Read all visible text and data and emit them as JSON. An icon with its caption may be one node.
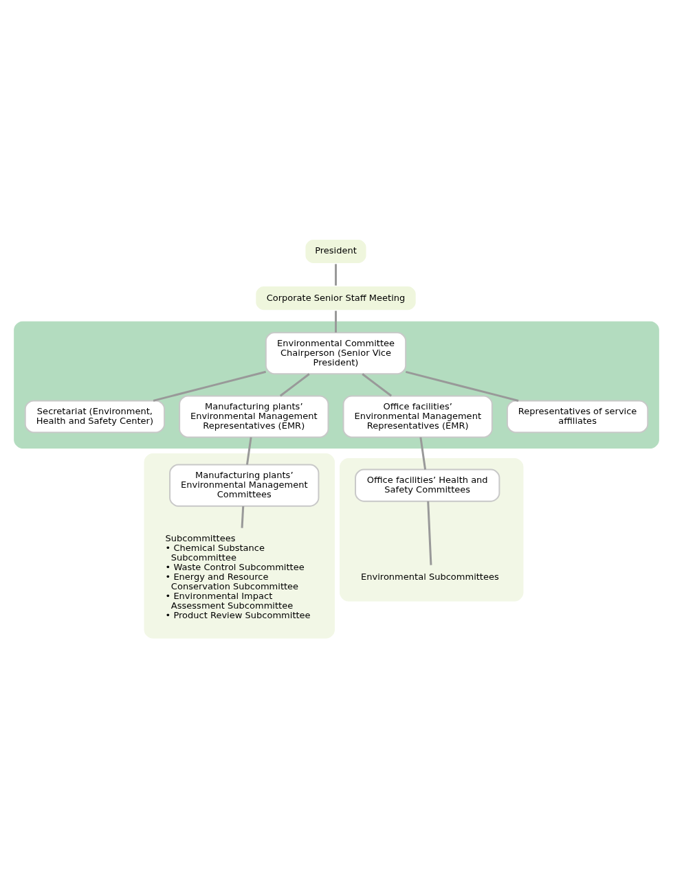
{
  "diagram": {
    "nodes": [
      {
        "text": [
          "President"
        ]
      },
      {
        "text": [
          "Corporate Senior Staff Meeting"
        ]
      },
      {
        "text": [],
        "shape": "box"
      },
      {
        "text": [
          "Environmental Committee Chairperson (Senior Vice President)"
        ],
        "in": 2
      },
      {
        "text": [
          "Secretariat (Environment, Health and Safety Center)"
        ],
        "in": 2
      },
      {
        "text": [
          "Manufacturing plants’ Environmental Management Representatives (EMR)"
        ],
        "in": 2
      },
      {
        "text": [
          "Office facilities’ Environmental Management Representatives (EMR)"
        ],
        "in": 2
      },
      {
        "text": [
          "Representatives of service affiliates"
        ],
        "in": 2
      },
      {
        "text": [],
        "shape": "box"
      },
      {
        "text": [
          "Manufacturing plants’ Environmental Management Committees"
        ],
        "in": 8
      },
      {
        "text": [
          "Subcommittees",
          "• Chemical Substance Subcommittee",
          "• Waste Control Subcommittee",
          "• Energy and Resource Conservation Subcommittee",
          "• Environmental Impact Assessment Subcommittee",
          "• Product Review Subcommittee"
        ],
        "in": 8
      },
      {
        "text": [],
        "shape": "box"
      },
      {
        "text": [
          "Office facilities’ Health and Safety Committees"
        ],
        "in": 11
      },
      {
        "text": [
          "Environmental Subcommittees"
        ],
        "in": 11
      }
    ],
    "edges": [
      {
        "from": 0,
        "to": 1,
        "arrow": "none"
      },
      {
        "from": 1,
        "to": 3,
        "arrow": "none"
      },
      {
        "from": 3,
        "to": 4,
        "arrow": "none"
      },
      {
        "from": 3,
        "to": 5,
        "arrow": "none"
      },
      {
        "from": 3,
        "to": 6,
        "arrow": "none"
      },
      {
        "from": 3,
        "to": 7,
        "arrow": "none"
      },
      {
        "from": 5,
        "to": 9,
        "arrow": "none"
      },
      {
        "from": 6,
        "to": 12,
        "arrow": "none"
      },
      {
        "from": 9,
        "to": 10,
        "arrow": "none"
      },
      {
        "from": 12,
        "to": 13,
        "arrow": "none"
      }
    ]
  }
}
